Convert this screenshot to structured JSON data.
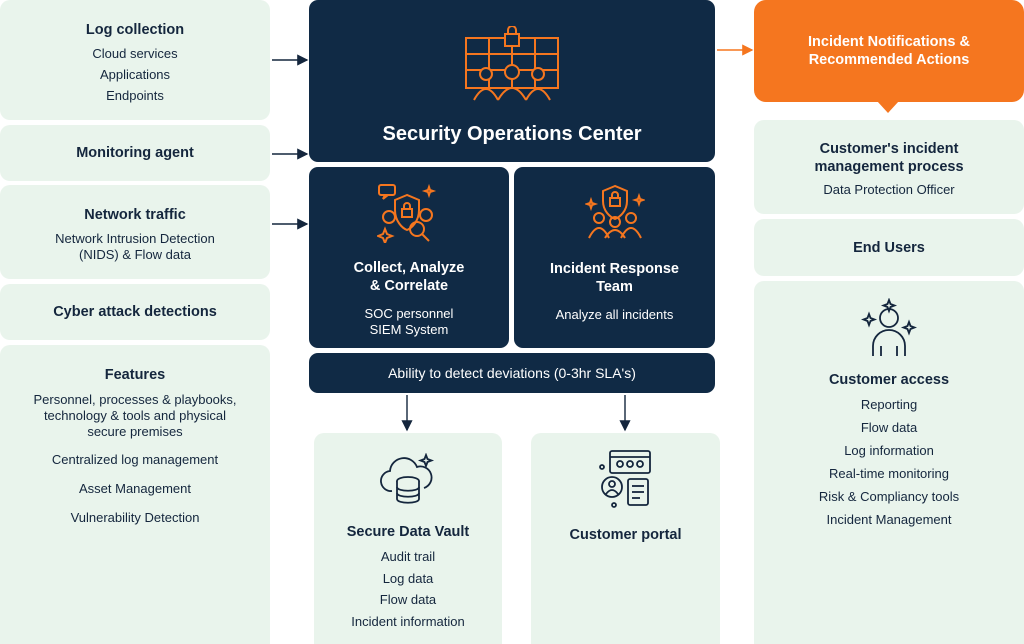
{
  "left": {
    "log_collection": {
      "title": "Log collection",
      "items": [
        "Cloud services",
        "Applications",
        "Endpoints"
      ]
    },
    "monitoring_agent": {
      "title": "Monitoring agent"
    },
    "network_traffic": {
      "title": "Network traffic",
      "lines": [
        "Network Intrusion Detection",
        "(NIDS) & Flow data"
      ]
    },
    "cyber_attack": {
      "title": "Cyber attack detections"
    },
    "features": {
      "title": "Features",
      "items": [
        [
          "Personnel, processes & playbooks,",
          "technology & tools and physical",
          "secure premises"
        ],
        [
          "Centralized log management"
        ],
        [
          "Asset Management"
        ],
        [
          "Vulnerability Detection"
        ]
      ]
    }
  },
  "center": {
    "soc": {
      "title": "Security Operations Center",
      "icon": "soc-team-icon"
    },
    "collect": {
      "title_lines": [
        "Collect, Analyze",
        "& Correlate"
      ],
      "items": [
        "SOC personnel",
        "SIEM System"
      ],
      "icon": "analyze-shield-icon"
    },
    "incident_team": {
      "title_lines": [
        "Incident Response",
        "Team"
      ],
      "items": [
        "Analyze all incidents"
      ],
      "icon": "response-team-icon"
    },
    "sla": {
      "text": "Ability to detect deviations (0-3hr SLA's)"
    },
    "vault": {
      "title": "Secure Data Vault",
      "items": [
        "Audit trail",
        "Log data",
        "Flow data",
        "Incident information"
      ],
      "icon": "cloud-database-icon"
    },
    "portal": {
      "title": "Customer portal",
      "icon": "customer-portal-icon"
    }
  },
  "right": {
    "notifications": {
      "title_lines": [
        "Incident Notifications &",
        "Recommended Actions"
      ]
    },
    "incident_process": {
      "title_lines": [
        "Customer's incident",
        "management process"
      ],
      "items": [
        "Data Protection Officer"
      ]
    },
    "end_users": {
      "title": "End Users"
    },
    "customer_access": {
      "title": "Customer access",
      "items": [
        "Reporting",
        "Flow data",
        "Log information",
        "Real-time monitoring",
        "Risk & Compliancy tools",
        "Incident Management"
      ],
      "icon": "customer-user-icon"
    }
  },
  "colors": {
    "navy": "#102a45",
    "mint": "#e9f4ec",
    "orange": "#f5761f"
  }
}
